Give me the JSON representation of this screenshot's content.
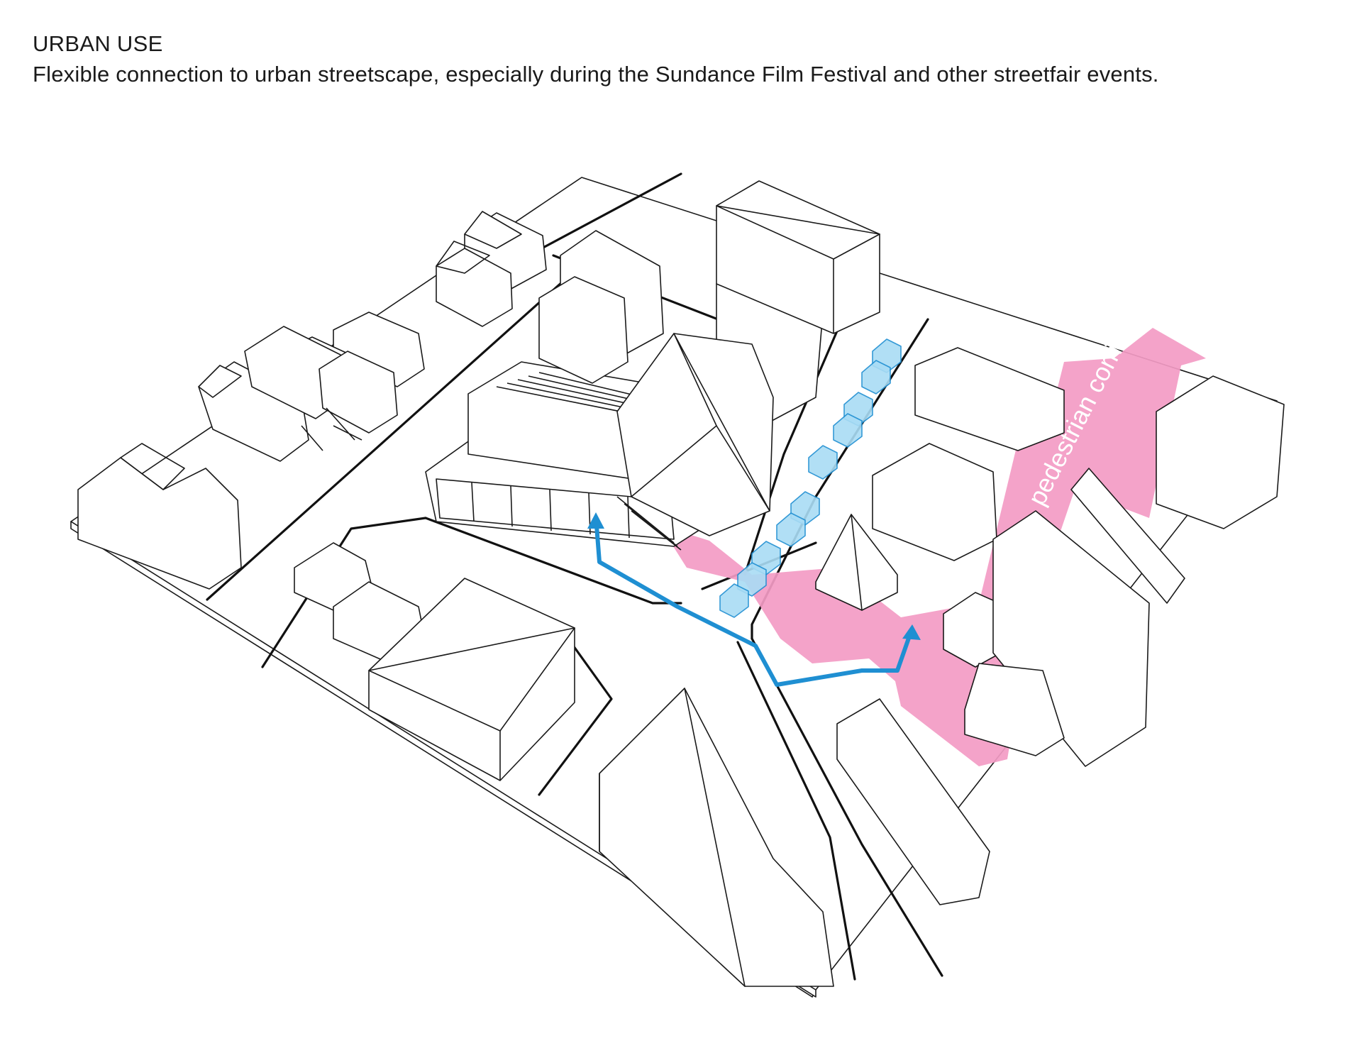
{
  "header": {
    "title": "URBAN USE",
    "subtitle": "Flexible connection to urban streetscape, especially during the Sundance Film Festival and other streetfair events."
  },
  "diagram": {
    "corridor_label": "pedestrian corridor"
  },
  "colors": {
    "corridor": "#f39bc4",
    "path": "#1f8fd2",
    "kiosk_fill": "#a9dcf5",
    "line": "#1a1a1a"
  }
}
